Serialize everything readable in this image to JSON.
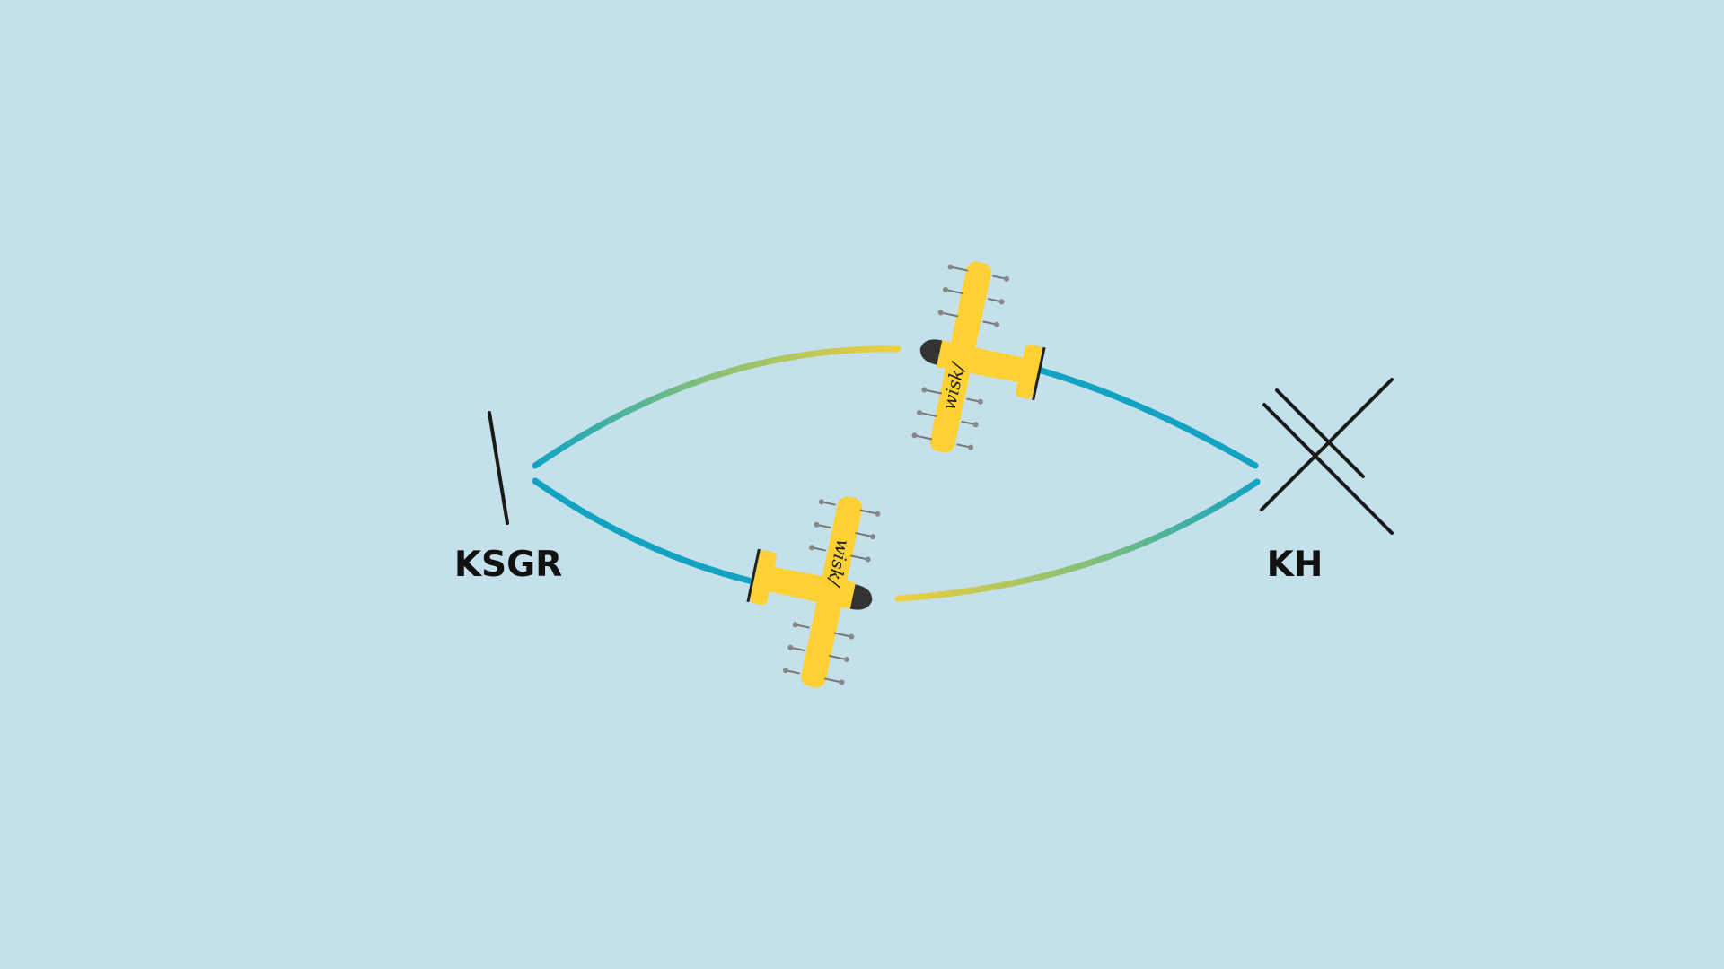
{
  "colors": {
    "background": "#c4e0ea",
    "route": "#12a3c3",
    "aircraft": "#fdd133",
    "aircraft_trail": "#f2cf3a",
    "line": "#1a1a1a"
  },
  "airports": {
    "origin": {
      "code": "KSGR",
      "icon": "runway-single-icon"
    },
    "destination": {
      "code": "KH",
      "icon": "runway-crossed-icon"
    }
  },
  "aircraft": {
    "livery_text": "wisk/",
    "count": 2
  }
}
